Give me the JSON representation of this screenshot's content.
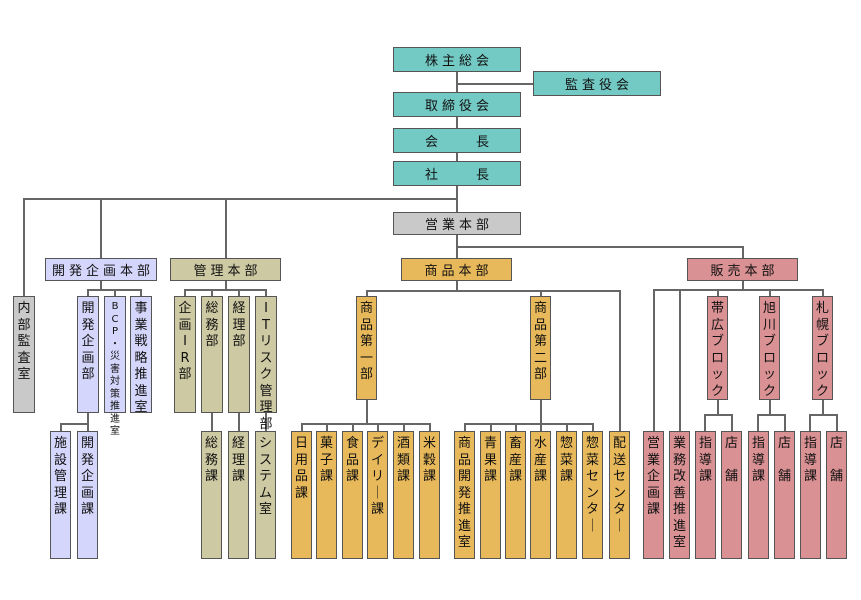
{
  "title": "組織図",
  "colors": {
    "executive": "#73c9c4",
    "sales_hq": "#c9c9c9",
    "audit": "#c9c9c9",
    "development": "#d5d6fb",
    "management": "#cdc9a2",
    "merchandise": "#e8b95a",
    "sales": "#d99194",
    "connector": "#666666"
  },
  "executive": {
    "shareholders": "株主総会",
    "auditors": "監査役会",
    "board": "取締役会",
    "chairman": "会　　長",
    "president": "社　　長"
  },
  "sales_hq": {
    "label": "営業本部"
  },
  "internal_audit": {
    "label": "内部監査室"
  },
  "development_hq": {
    "label": "開発企画本部",
    "departments": [
      {
        "label": "開発企画部",
        "sections": [
          "施設管理課",
          "開発企画課"
        ]
      },
      {
        "label": "BCP・災害対策推進室"
      },
      {
        "label": "事業戦略推進室"
      }
    ]
  },
  "management_hq": {
    "label": "管理本部",
    "departments": [
      {
        "label": "企画IR部"
      },
      {
        "label": "総務部",
        "sections": [
          "総務課"
        ]
      },
      {
        "label": "経理部",
        "sections": [
          "経理課"
        ]
      },
      {
        "label": "ITリスク管理部",
        "sections": [
          "システム室"
        ]
      }
    ]
  },
  "merchandise_hq": {
    "label": "商品本部",
    "departments": [
      {
        "label": "商品第一部",
        "sections": [
          "日用品課",
          "菓子課",
          "食品課",
          "デイリー課",
          "酒類課",
          "米穀課"
        ]
      },
      {
        "label": "商品第二部",
        "sections": [
          "商品開発推進室",
          "青果課",
          "畜産課",
          "水産課",
          "惣菜課",
          "惣菜センター"
        ]
      },
      {
        "label": "配送センター"
      }
    ]
  },
  "sales_dept_hq": {
    "label": "販売本部",
    "direct": [
      "営業企画課",
      "業務改善推進室"
    ],
    "blocks": [
      {
        "label": "帯広ブロック",
        "sections": [
          "指導課",
          "店　舗"
        ]
      },
      {
        "label": "旭川ブロック",
        "sections": [
          "指導課",
          "店　舗"
        ]
      },
      {
        "label": "札幌ブロック",
        "sections": [
          "指導課",
          "店　舗"
        ]
      }
    ]
  }
}
